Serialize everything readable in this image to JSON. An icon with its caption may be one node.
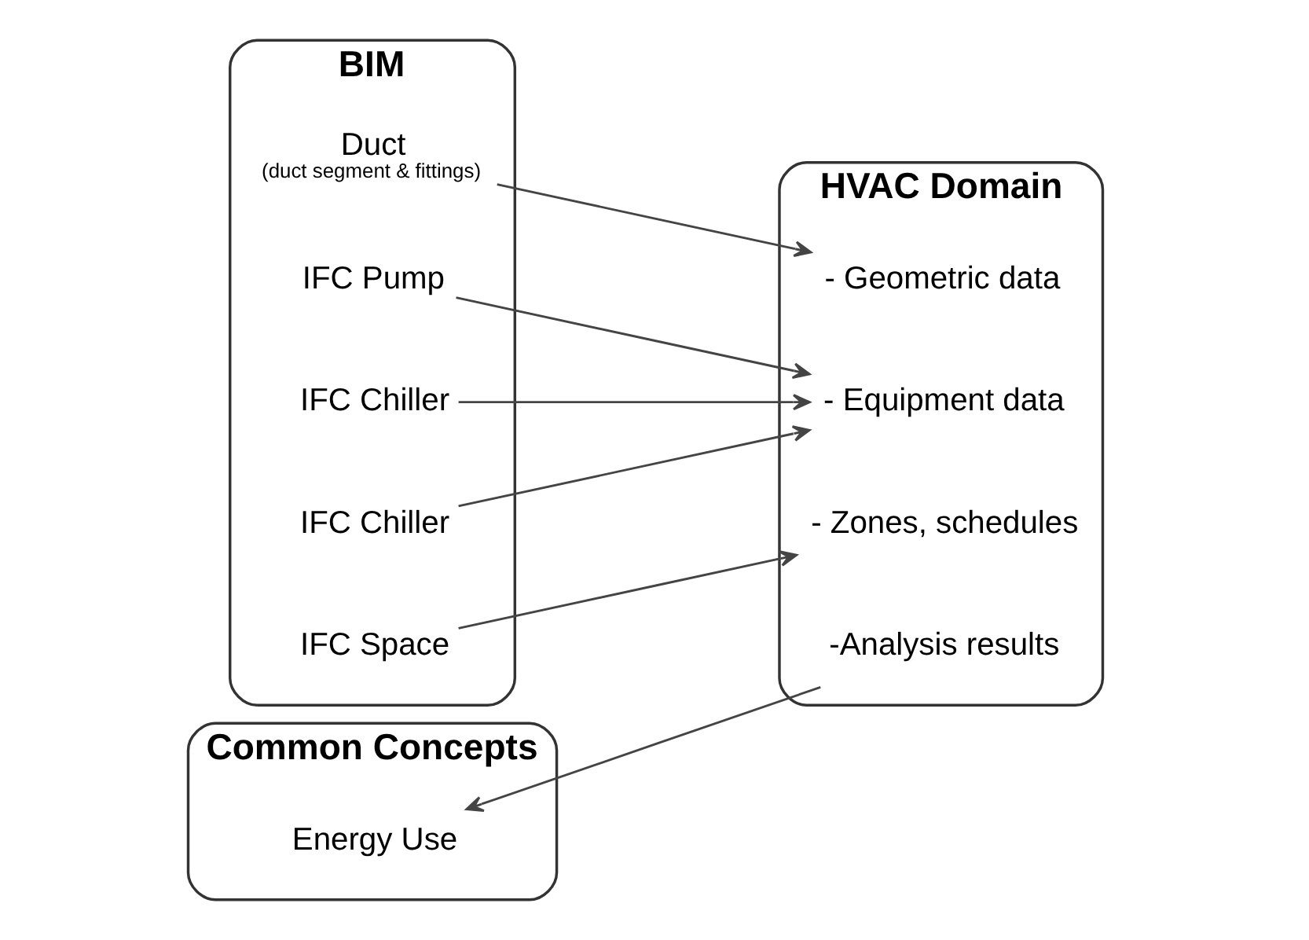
{
  "diagram": {
    "nodes": [
      {
        "text": [
          "BIM"
        ]
      },
      {
        "text": [
          "Duct",
          "(duct segment & fittings)"
        ],
        "in": 0
      },
      {
        "text": [
          "IFC Pump"
        ],
        "in": 0
      },
      {
        "text": [
          "IFC Chiller"
        ],
        "in": 0
      },
      {
        "text": [
          "IFC Chiller"
        ],
        "in": 0
      },
      {
        "text": [
          "IFC Space"
        ],
        "in": 0
      },
      {
        "text": [
          "Common Concepts"
        ]
      },
      {
        "text": [
          "Energy Use"
        ],
        "in": 6
      },
      {
        "text": [
          "HVAC Domain"
        ]
      },
      {
        "text": [
          "- Geometric data"
        ],
        "in": 8
      },
      {
        "text": [
          "- Equipment data"
        ],
        "in": 8
      },
      {
        "text": [
          "- Zones, schedules"
        ],
        "in": 8
      },
      {
        "text": [
          "-Analysis results"
        ],
        "in": 8
      }
    ],
    "edges": [
      {
        "from": 1,
        "to": 9,
        "arrow": "to"
      },
      {
        "from": 2,
        "to": 10,
        "arrow": "to"
      },
      {
        "from": 3,
        "to": 10,
        "arrow": "to"
      },
      {
        "from": 4,
        "to": 10,
        "arrow": "to"
      },
      {
        "from": 5,
        "to": 11,
        "arrow": "to"
      },
      {
        "from": 12,
        "to": 7,
        "arrow": "to"
      }
    ]
  }
}
